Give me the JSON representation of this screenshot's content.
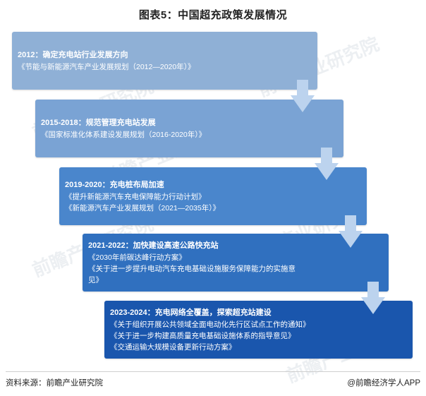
{
  "title": "图表5：中国超充政策发展情况",
  "steps": [
    {
      "title": "2012：确定充电站行业发展方向",
      "docs": [
        "《节能与新能源汽车产业发展规划（2012—2020年）》"
      ],
      "color": "#8fb0d6"
    },
    {
      "title": "2015-2018：规范管理充电站发展",
      "docs": [
        "《国家标准化体系建设发展规划（2016-2020年）》"
      ],
      "color": "#7aa3d4"
    },
    {
      "title": "2019-2020：充电桩布局加速",
      "docs": [
        "《提升新能源汽车充电保障能力行动计划》",
        "《新能源汽车产业发展规划（2021—2035年）》"
      ],
      "color": "#4a86cc"
    },
    {
      "title": "2021-2022：加快建设高速公路快充站",
      "docs": [
        "《2030年前碳达峰行动方案》",
        "《关于进一步提升电动汽车充电基础设施服务保障能力的实施意",
        "见》"
      ],
      "color": "#3070bf"
    },
    {
      "title": "2023-2024：充电网络全覆盖，探索超充站建设",
      "docs": [
        "《关于组织开展公共领域全面电动化先行区试点工作的通知》",
        "《关于进一步构建高质量充电基础设施体系的指导意见》",
        "《交通运输大规模设备更新行动方案》"
      ],
      "color": "#1a56ad"
    }
  ],
  "watermark": "前瞻产业研究院",
  "footer": {
    "source": "资料来源：前瞻产业研究院",
    "brand": "@前瞻经济学人APP"
  },
  "arrow_color": "#bcd3ee"
}
